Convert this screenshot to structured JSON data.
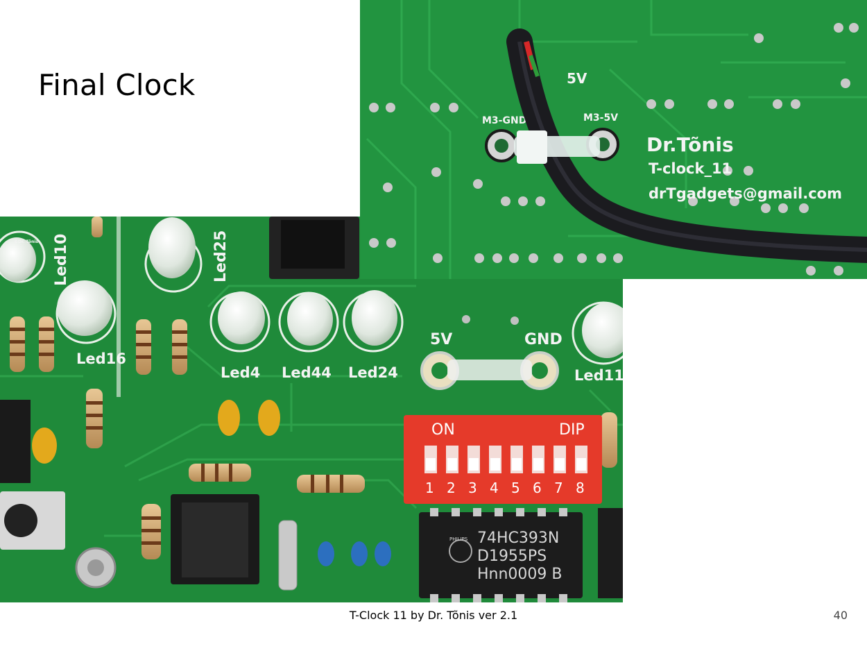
{
  "slide": {
    "title": "Final Clock",
    "footer": "T-Clock 11 by Dr. Tõnis ver 2.1",
    "page_number": "40"
  },
  "photo_main": {
    "copyright": "©Dr. Tõnis",
    "led_labels": [
      "Led10",
      "Led25",
      "Led16",
      "Led4",
      "Led44",
      "Led24",
      "Led11"
    ],
    "power_5v": "5V",
    "power_gnd": "GND",
    "dip_on": "ON",
    "dip_label": "DIP",
    "dip_numbers": [
      "1",
      "2",
      "3",
      "4",
      "5",
      "6",
      "7",
      "8"
    ],
    "chip_lines": [
      "74HC393N",
      "D1955PS",
      "Hnn0009  B"
    ],
    "chip_brand": "PHILIPS"
  },
  "photo_inset": {
    "power_5v": "5V",
    "m3_gnd": "M3-GND",
    "m3_5v": "M3-5V",
    "author": "Dr.Tõnis",
    "board": "T-clock_11",
    "email": "drTgadgets@gmail.com"
  }
}
